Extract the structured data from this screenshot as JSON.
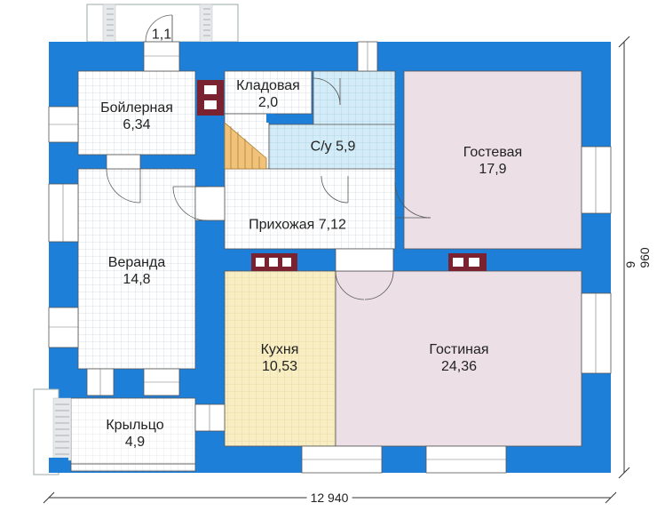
{
  "colors": {
    "wall": "#1e7fd8",
    "grid_floor": "#ffffff",
    "bathroom": "#d4ecf7",
    "living": "#ece0e6",
    "kitchen": "#f8edc3",
    "chimney": "#7a2230",
    "stair": "#f0c27a"
  },
  "rooms": {
    "boiler": {
      "name": "Бойлерная",
      "area": "6,34"
    },
    "pantry": {
      "name": "Кладовая",
      "area": "2,0"
    },
    "bath": {
      "name": "С/у 5,9"
    },
    "guest": {
      "name": "Гостевая",
      "area": "17,9"
    },
    "veranda": {
      "name": "Веранда",
      "area": "14,8"
    },
    "hall": {
      "name": "Прихожая 7,12"
    },
    "kitchen": {
      "name": "Кухня",
      "area": "10,53"
    },
    "living": {
      "name": "Гостиная",
      "area": "24,36"
    },
    "porch": {
      "name": "Крыльцо",
      "area": "4,9"
    },
    "top_porch": {
      "label": "1,1"
    }
  },
  "dimensions": {
    "width": "12 940",
    "depth": "9 960"
  }
}
